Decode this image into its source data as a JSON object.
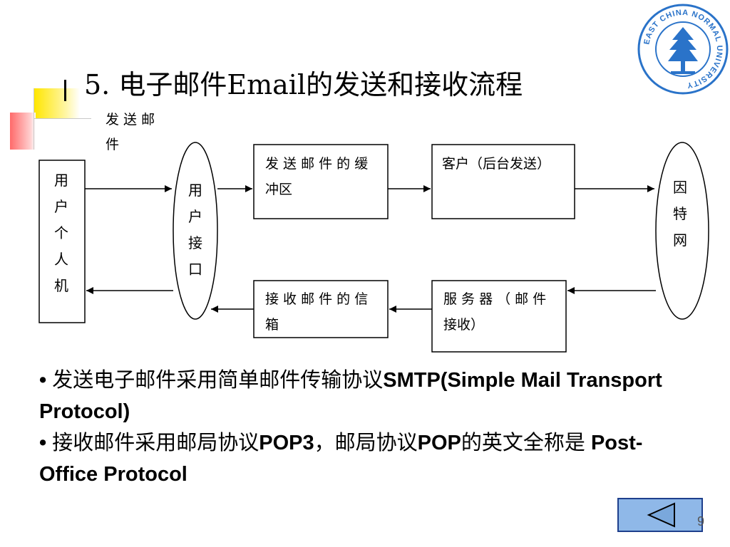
{
  "slide": {
    "title": "5.  电子邮件Email的发送和接收流程",
    "page_number": "9"
  },
  "logo": {
    "ring_text": "EAST CHINA NORMAL UNIVERSITY",
    "icon": "university-tree-seal-icon",
    "color": "#2a73c9"
  },
  "diagram": {
    "send_label": "发送邮件",
    "user_pc": "用户个人机",
    "user_interface": "用户接口",
    "send_buffer": "发送邮件的缓冲区",
    "client": "客户（后台发送）",
    "internet": "因特网",
    "server": "服务器（邮件接收）",
    "inbox": "接收邮件的信箱"
  },
  "bullets": [
    {
      "marker": "•",
      "text_cn": "发送电子邮件采用简单邮件传输协议",
      "text_en": "SMTP(Simple Mail Transport Protocol)"
    },
    {
      "marker": "•",
      "text_cn": "接收邮件采用邮局协议",
      "text_en": "POP3",
      "text_cn2": "，邮局协议",
      "text_en2": "POP",
      "text_cn3": "的英文全称是 ",
      "text_en3": "Post-Office Protocol"
    }
  ],
  "nav": {
    "icon": "triangle-left-icon",
    "color": "#8fb8e8"
  }
}
